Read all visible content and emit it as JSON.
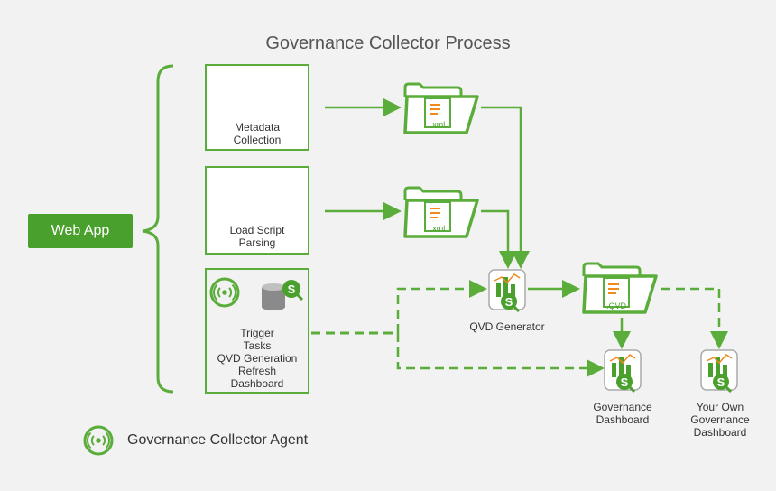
{
  "title": "Governance Collector Process",
  "web_app": "Web App",
  "tasks": [
    {
      "label_lines": [
        "Metadata",
        "Collection"
      ]
    },
    {
      "label_lines": [
        "Load Script",
        "Parsing"
      ]
    },
    {
      "label_lines": [
        "Trigger",
        "Tasks",
        "QVD Generation",
        "Refresh",
        "Dashboard"
      ]
    }
  ],
  "files": [
    ".xml",
    ".xml",
    ".QVD"
  ],
  "qvd_generator": "QVD Generator",
  "gov_dashboard": [
    "Governance",
    "Dashboard"
  ],
  "own_dashboard": [
    "Your Own",
    "Governance",
    "Dashboard"
  ],
  "legend": "Governance Collector Agent",
  "colors": {
    "green": "#5aad3a",
    "dark_green": "#4aa02c",
    "orange": "#f08a1c",
    "background": "#f2f2f2"
  }
}
